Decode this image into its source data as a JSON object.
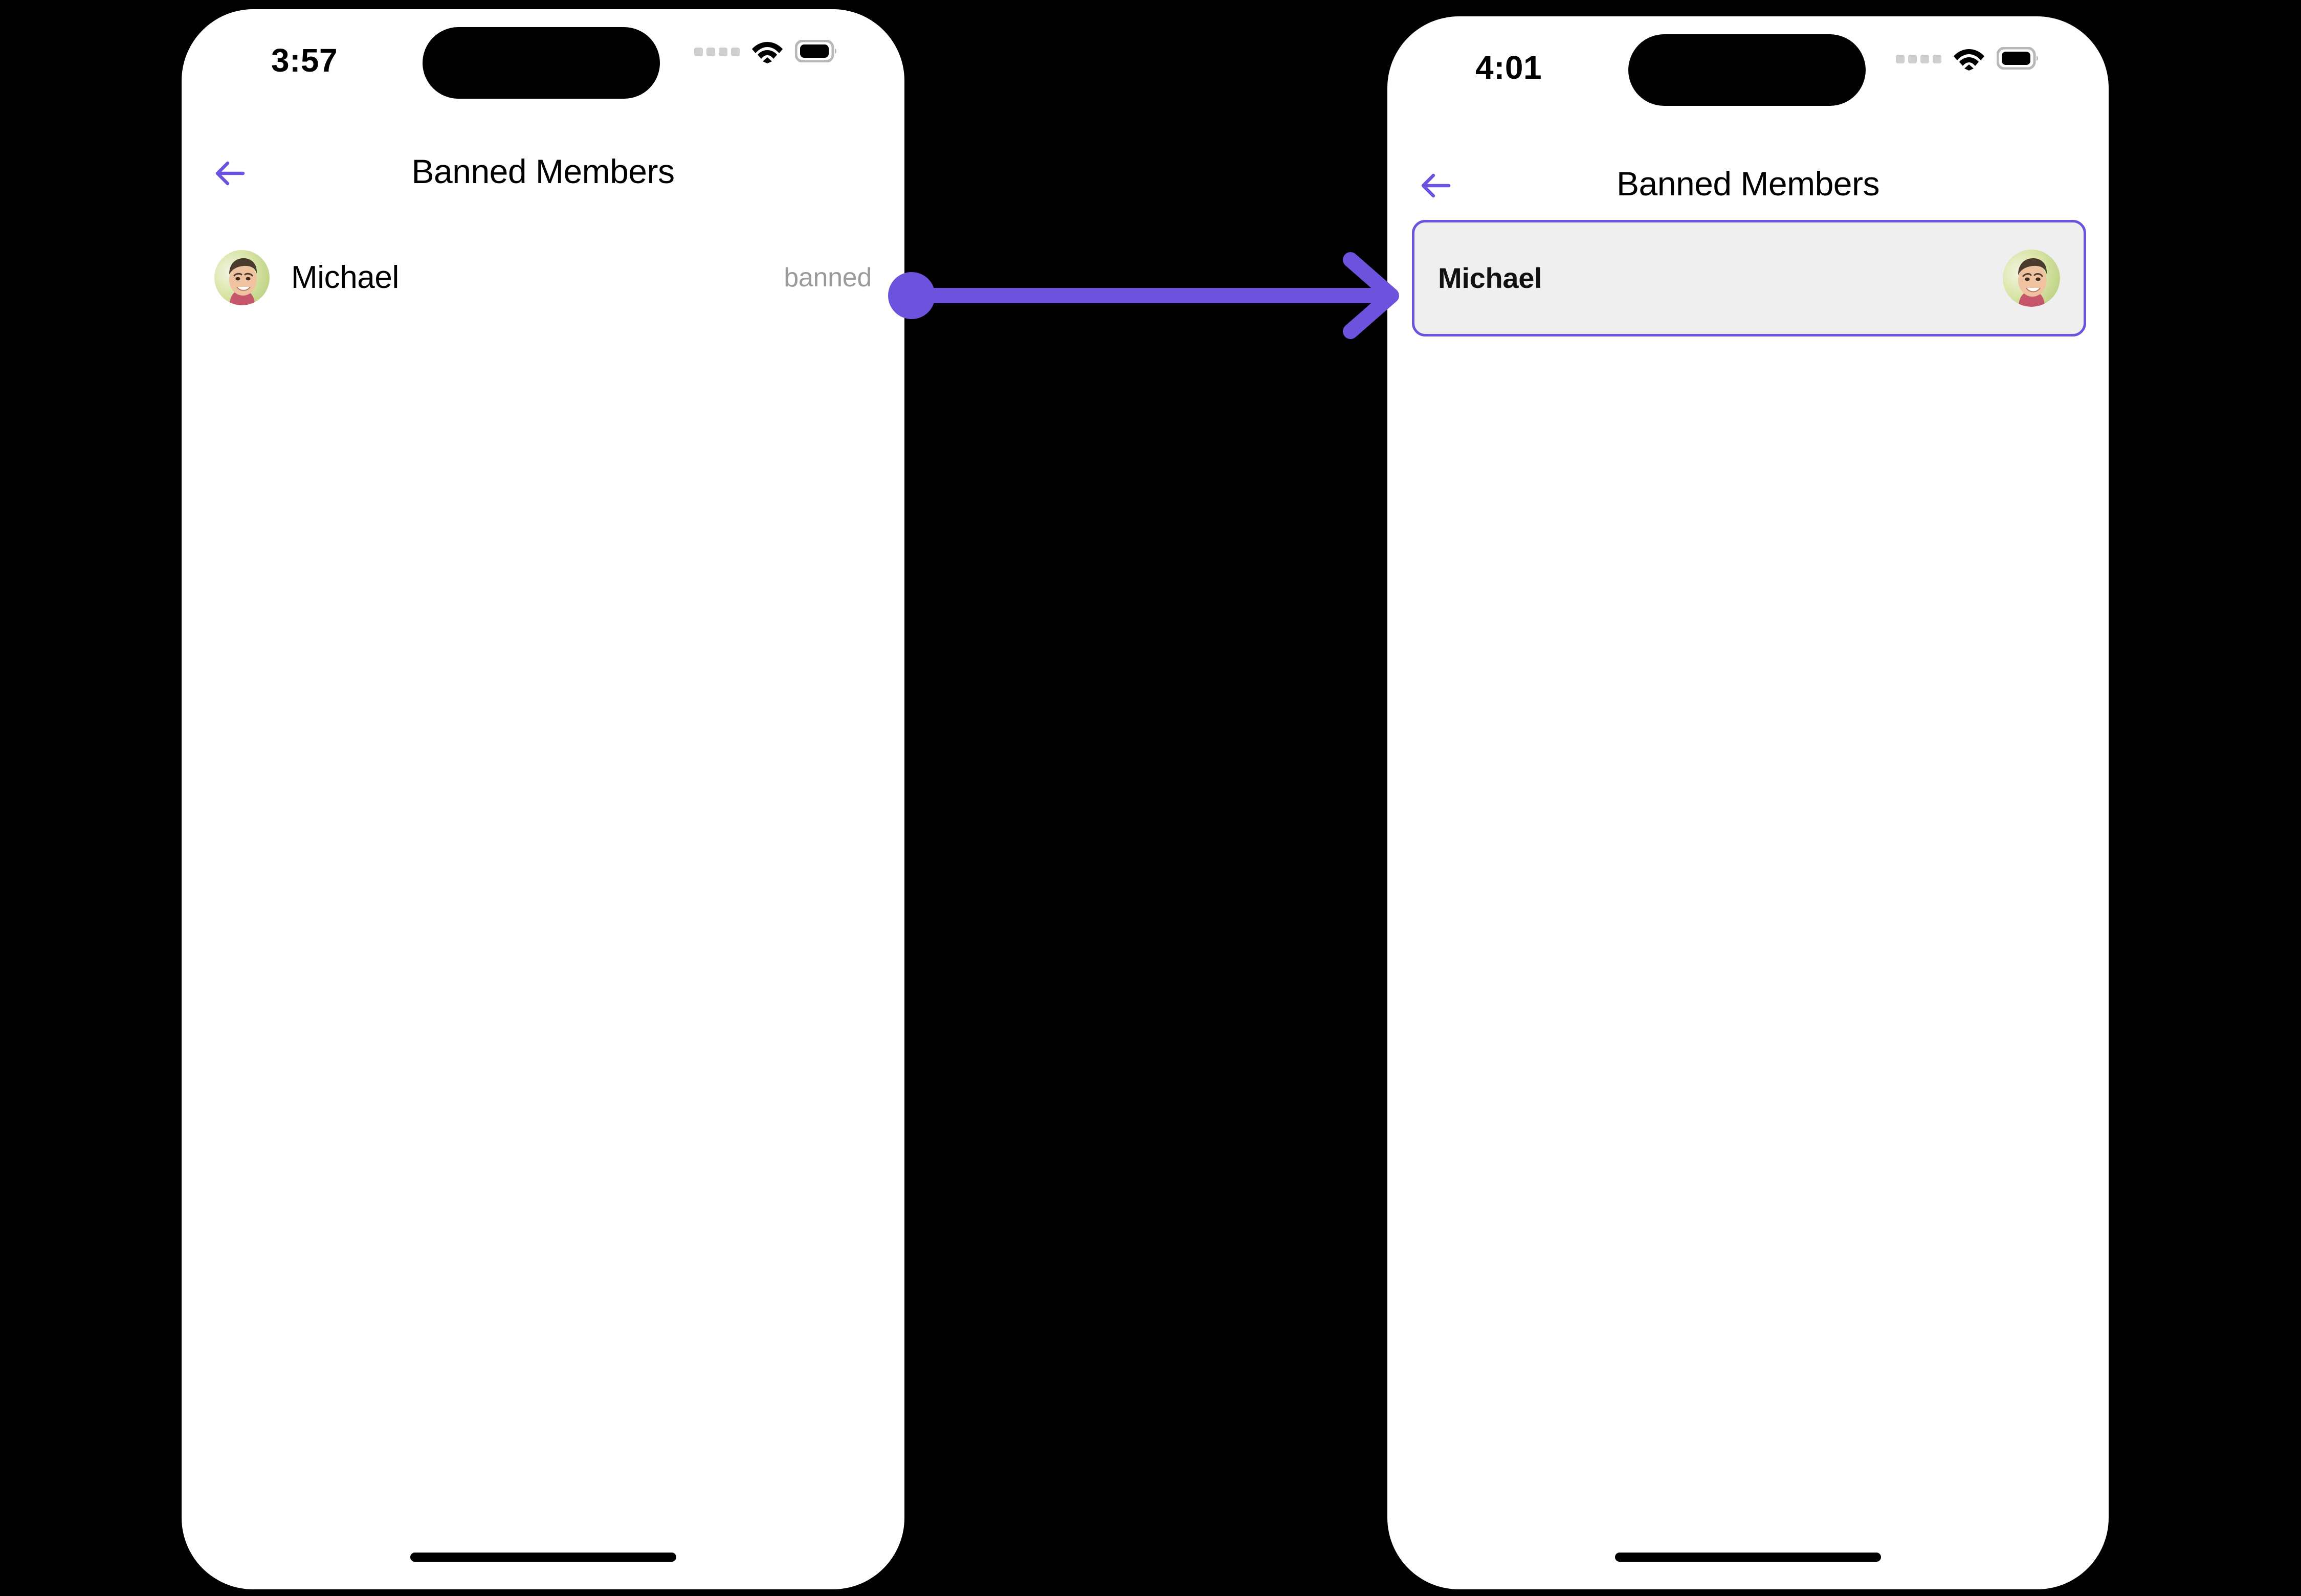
{
  "theme": {
    "accent": "#6d52de",
    "background": "#000000",
    "screen_background": "#ffffff",
    "card_background": "#efeff0",
    "muted_text": "#9a9a9a",
    "primary_text": "#000000"
  },
  "screens": [
    {
      "id": "before",
      "status_bar": {
        "time": "3:57",
        "icons": [
          "cellular-bars-icon",
          "wifi-icon",
          "battery-icon"
        ]
      },
      "nav": {
        "back_icon": "arrow-left-icon",
        "title": "Banned Members"
      },
      "list": [
        {
          "avatar": "user-avatar",
          "name": "Michael",
          "status": "banned"
        }
      ],
      "home_indicator": true
    },
    {
      "id": "after",
      "status_bar": {
        "time": "4:01",
        "icons": [
          "cellular-bars-icon",
          "wifi-icon",
          "battery-icon"
        ]
      },
      "nav": {
        "back_icon": "arrow-left-icon",
        "title": "Banned Members"
      },
      "card": {
        "name": "Michael",
        "avatar": "user-avatar",
        "highlighted": true
      },
      "home_indicator": true
    }
  ],
  "connector": {
    "type": "arrow",
    "from": "banned-label",
    "to": "highlighted-card",
    "color": "#6d52de",
    "start_marker": "dot",
    "end_marker": "chevron-arrowhead"
  }
}
